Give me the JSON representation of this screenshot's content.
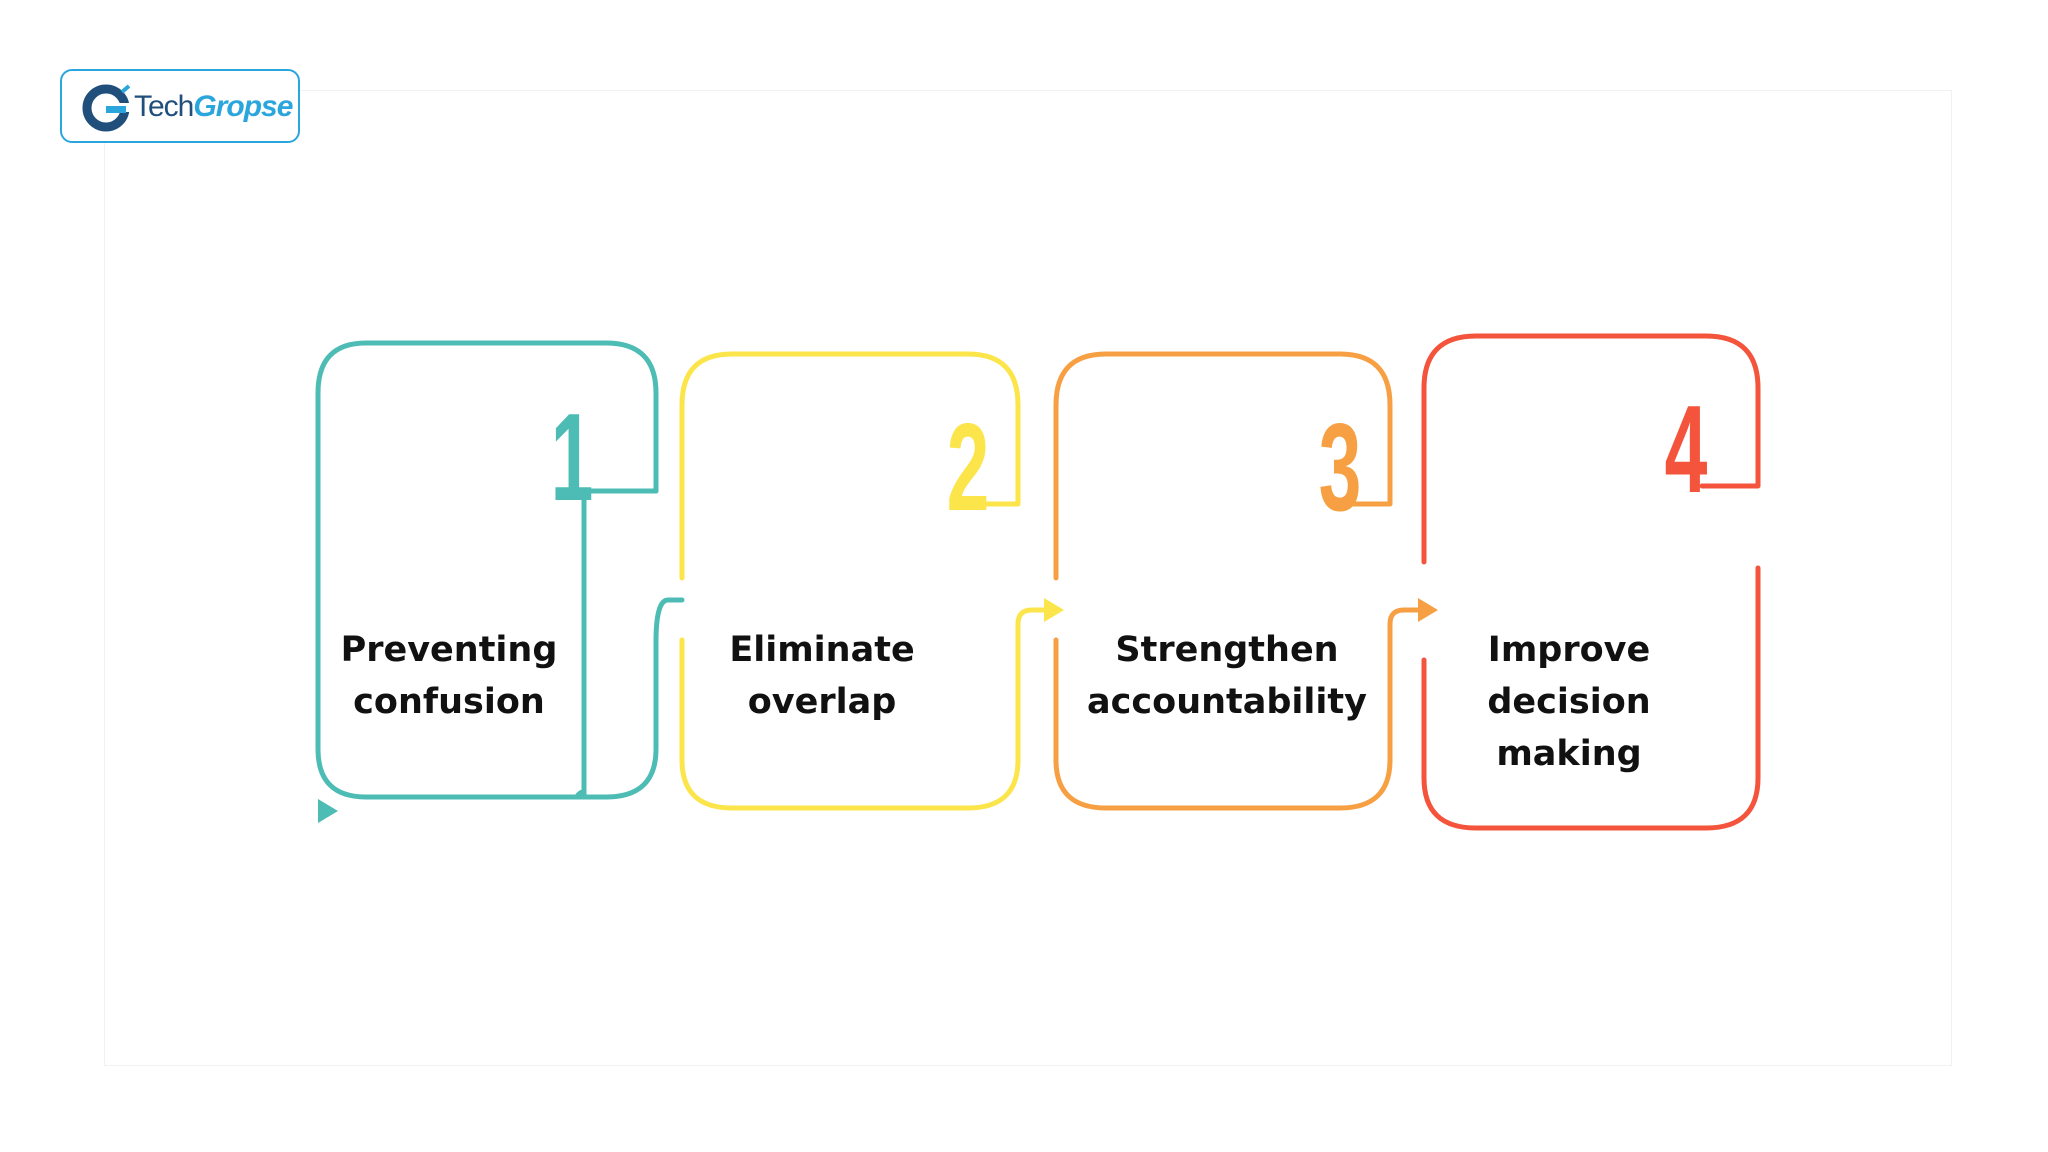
{
  "logo": {
    "name_part1": "Tech",
    "name_part2": "Gropse",
    "color_dark": "#1f4f7a",
    "color_light": "#2aa6dc"
  },
  "steps": [
    {
      "number": "1",
      "lines": [
        "Preventing",
        "confusion"
      ],
      "color": "#4dbcb4"
    },
    {
      "number": "2",
      "lines": [
        "Eliminate",
        "overlap"
      ],
      "color": "#fbe54a"
    },
    {
      "number": "3",
      "lines": [
        "Strengthen",
        "accountability"
      ],
      "color": "#f7a043"
    },
    {
      "number": "4",
      "lines": [
        "Improve",
        "decision",
        "making"
      ],
      "color": "#f4543b"
    }
  ]
}
